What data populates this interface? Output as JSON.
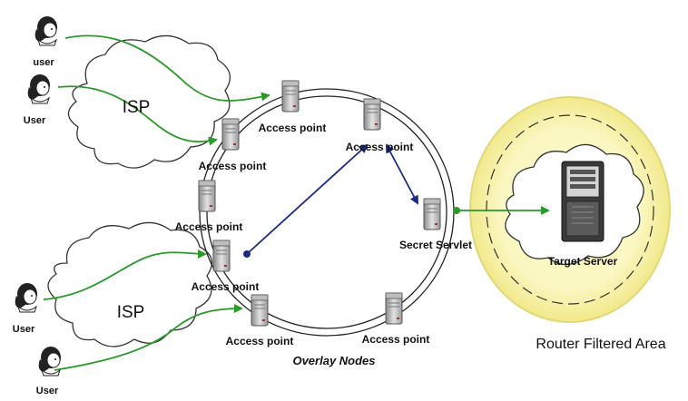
{
  "users": {
    "u1": "user",
    "u2": "User",
    "u3": "User",
    "u4": "User"
  },
  "isp": {
    "top": "ISP",
    "bottom": "ISP"
  },
  "nodes": {
    "ap_top": "Access point",
    "ap_right_top": "Access point",
    "ap_left_upper": "Access point",
    "ap_left_mid": "Access point",
    "ap_left_lower": "Access point",
    "ap_bottom_left": "Access point",
    "ap_bottom_right": "Access point",
    "secret_servlet": "Secret Servlet",
    "target_server": "Target Server"
  },
  "labels": {
    "overlay": "Overlay Nodes",
    "filtered_area": "Router Filtered Area"
  },
  "colors": {
    "green_arrow": "#2a9a2a",
    "blue_arrow": "#1c2a86",
    "filtered_zone": "#f5f0a6",
    "filtered_border": "#e0d060"
  }
}
